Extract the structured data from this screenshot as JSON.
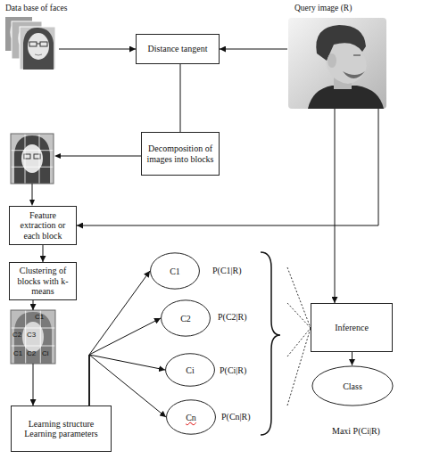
{
  "diagram": {
    "nodes": [
      {
        "text": [
          "Data base of faces"
        ]
      },
      {
        "text": [
          "Query image (R)"
        ]
      },
      {
        "text": [
          "Distance tangent"
        ]
      },
      {
        "text": [
          "Decomposition of images into blocks"
        ]
      },
      {
        "text": [
          "Feature extraction or each block"
        ]
      },
      {
        "text": [
          "Clustering of blocks with k-means"
        ]
      },
      {
        "text": [
          "C1",
          "C2",
          "C3",
          "C1",
          "C2",
          "Ci"
        ]
      },
      {
        "text": [
          "C1"
        ]
      },
      {
        "text": [
          "C2"
        ]
      },
      {
        "text": [
          "Ci"
        ]
      },
      {
        "text": [
          "Cn"
        ]
      },
      {
        "text": [
          "Inference"
        ]
      },
      {
        "text": [
          "Class"
        ]
      },
      {
        "text": [
          "Learning structure",
          "Learning parameters"
        ]
      }
    ],
    "edges": [
      {
        "from": 0,
        "to": 2,
        "arrow": "to"
      },
      {
        "from": 1,
        "to": 2,
        "arrow": "to"
      },
      {
        "from": 2,
        "to": 3,
        "arrow": "none"
      },
      {
        "from": 1,
        "to": 4,
        "arrow": "to"
      },
      {
        "from": 4,
        "to": 5,
        "arrow": "to"
      },
      {
        "from": 5,
        "to": 6,
        "arrow": "to"
      },
      {
        "from": 6,
        "to": 13,
        "arrow": "to"
      },
      {
        "from": 13,
        "to": 7,
        "arrow": "to"
      },
      {
        "from": 13,
        "to": 8,
        "arrow": "to"
      },
      {
        "from": 13,
        "to": 9,
        "arrow": "to"
      },
      {
        "from": 13,
        "to": 10,
        "arrow": "to"
      },
      {
        "from": 1,
        "to": 11,
        "arrow": "to"
      },
      {
        "from": 11,
        "to": 12,
        "arrow": "to"
      }
    ],
    "labels": [
      "P(C1|R)",
      "P(C2|R)",
      "P(Ci|R)",
      "P(Cn|R)",
      "Maxi P(Ci|R)"
    ]
  }
}
